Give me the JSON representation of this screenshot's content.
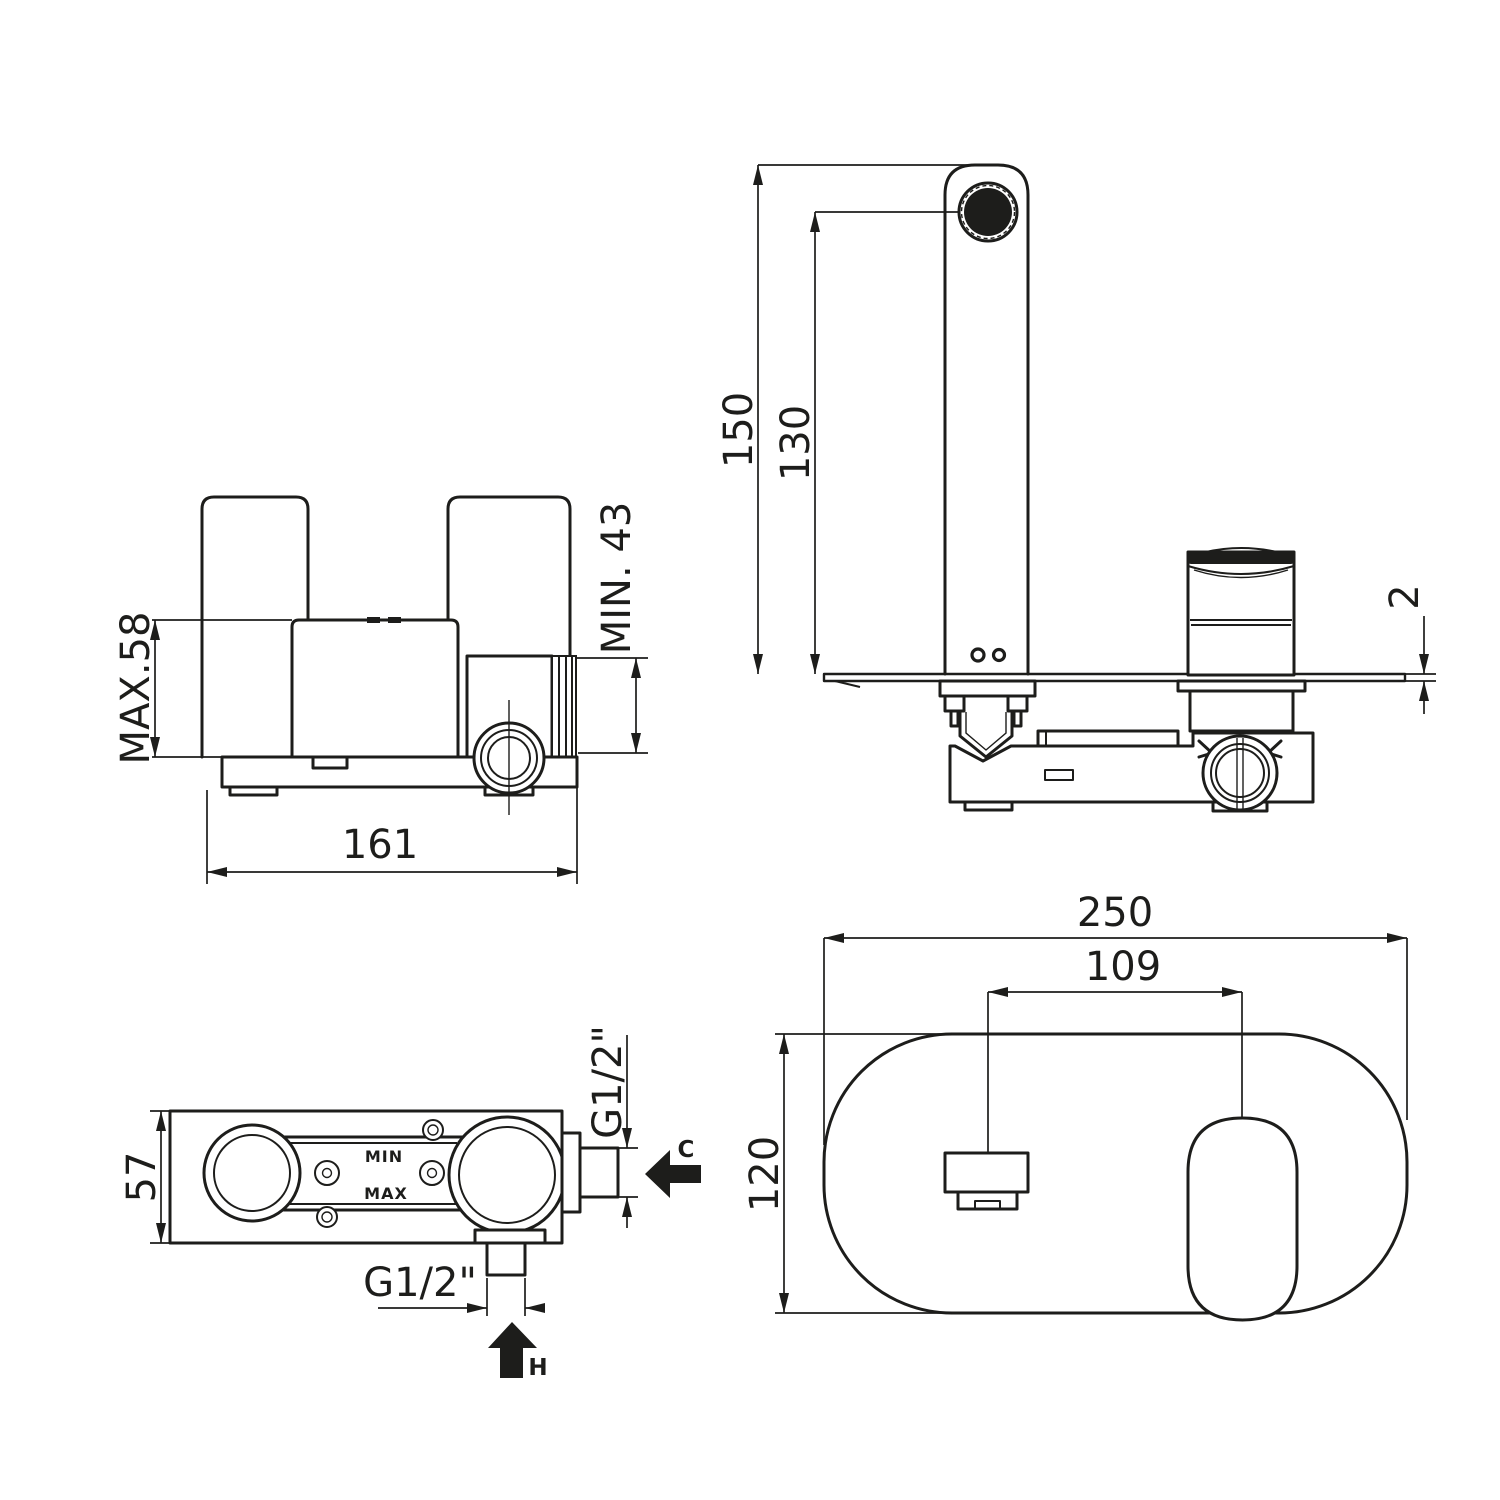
{
  "page": {
    "background": "#ffffff",
    "line_color": "#1d1d1b",
    "description": "Technical installation drawing of a wall-mounted basin mixer tap, four orthographic views with dimensions in mm"
  },
  "views": {
    "valve_side": {
      "name": "concealed valve body - side view",
      "dim_max_depth": "MAX.58",
      "dim_min_depth": "MIN. 43",
      "dim_width": "161"
    },
    "faucet_front": {
      "name": "faucet with trim plate - side elevation",
      "dim_spout_height": "150",
      "dim_outlet_height": "130",
      "dim_plate_thickness": "2"
    },
    "valve_top": {
      "name": "concealed valve body - top view",
      "dim_depth": "57",
      "dim_cold_thread": "G1/2\"",
      "cold_label": "C",
      "dim_hot_thread": "G1/2\"",
      "hot_label": "H",
      "marking_min": "MIN",
      "marking_max": "MAX"
    },
    "plate_front": {
      "name": "oval trim plate - front view",
      "dim_width": "250",
      "dim_spacing": "109",
      "dim_height": "120"
    }
  }
}
